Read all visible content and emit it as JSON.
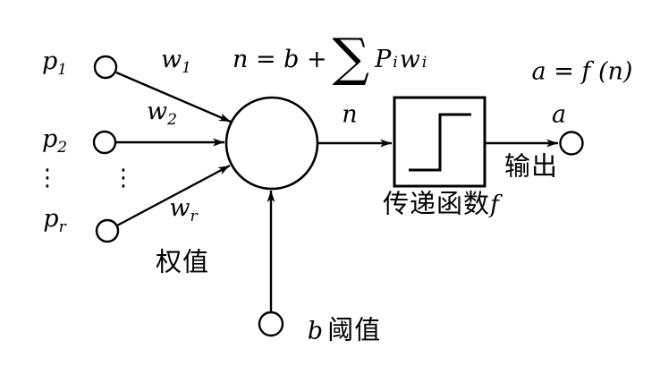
{
  "figure": {
    "background": "#ffffff",
    "ink": "#000000"
  },
  "formulas": {
    "net_input_prefix": "n = b +",
    "sigma": "∑",
    "sum_base_p": "P",
    "sum_sub_p": "i",
    "sum_base_w": "w",
    "sum_sub_w": "i",
    "output_formula": "a = f (n)"
  },
  "inputs": [
    {
      "name_base": "p",
      "name_sub": "1",
      "weight_base": "w",
      "weight_sub": "1"
    },
    {
      "name_base": "p",
      "name_sub": "2",
      "weight_base": "w",
      "weight_sub": "2"
    },
    {
      "name_base": "p",
      "name_sub": "r",
      "weight_base": "w",
      "weight_sub": "r"
    }
  ],
  "ellipsis": "⋮",
  "signals": {
    "net": "n",
    "output": "a"
  },
  "captions": {
    "weights": "权值",
    "transfer_cn": "传递函数",
    "transfer_f": "f",
    "output": "输出",
    "bias_b": "b",
    "bias_cn": "阈值"
  }
}
